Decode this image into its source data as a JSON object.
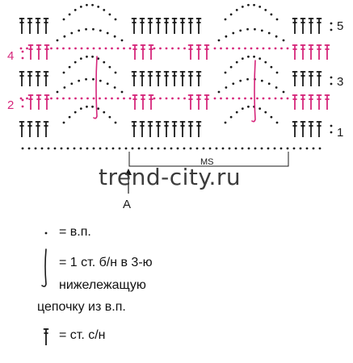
{
  "row_numbers": {
    "r1": "1",
    "r2": "2",
    "r3": "3",
    "r4": "4",
    "r5": "5"
  },
  "repeat_label": "MS",
  "start_label": "A",
  "watermark": "trend-city.ru",
  "legend": {
    "dot_text": "= в.п.",
    "hook_text_1": "= 1 ст. б/н в 3-ю",
    "hook_text_2": "нижележащую",
    "hook_text_3": "цепочку из в.п.",
    "dc_text": "= ст. с/н"
  },
  "colors": {
    "black": "#1a1a1a",
    "pink": "#d6267b"
  },
  "symbols": {
    "dot": "chain-dot-icon",
    "hook": "sc-hook-icon",
    "dc": "double-crochet-icon"
  }
}
